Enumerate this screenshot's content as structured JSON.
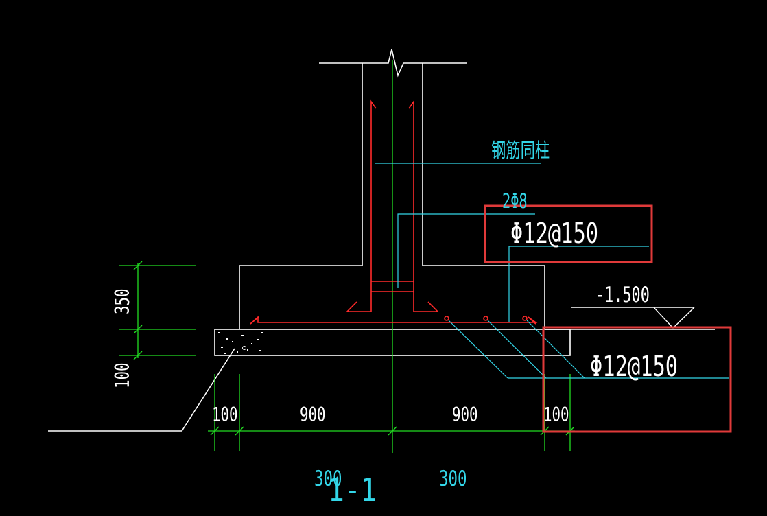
{
  "drawing": {
    "label_rebar_same_as_column": "钢筋同柱",
    "label_stirrup": "2Φ8",
    "label_rebar_top": "Φ12@150",
    "label_rebar_bottom": "Φ12@150",
    "label_elevation": "-1.500",
    "dim_height_350": "350",
    "dim_height_100": "100",
    "dim_100_left": "100",
    "dim_900_left": "900",
    "dim_900_right": "900",
    "dim_100_right": "100",
    "label_300_left": "300",
    "label_300_right": "300",
    "section_mark": "1-1"
  },
  "colors": {
    "background": "#000000",
    "outline": "#ffffff",
    "rebar": "#ff2a2a",
    "dimension": "#22dd22",
    "annotation": "#33d6e8",
    "highlight_box": "#e03a3a"
  }
}
